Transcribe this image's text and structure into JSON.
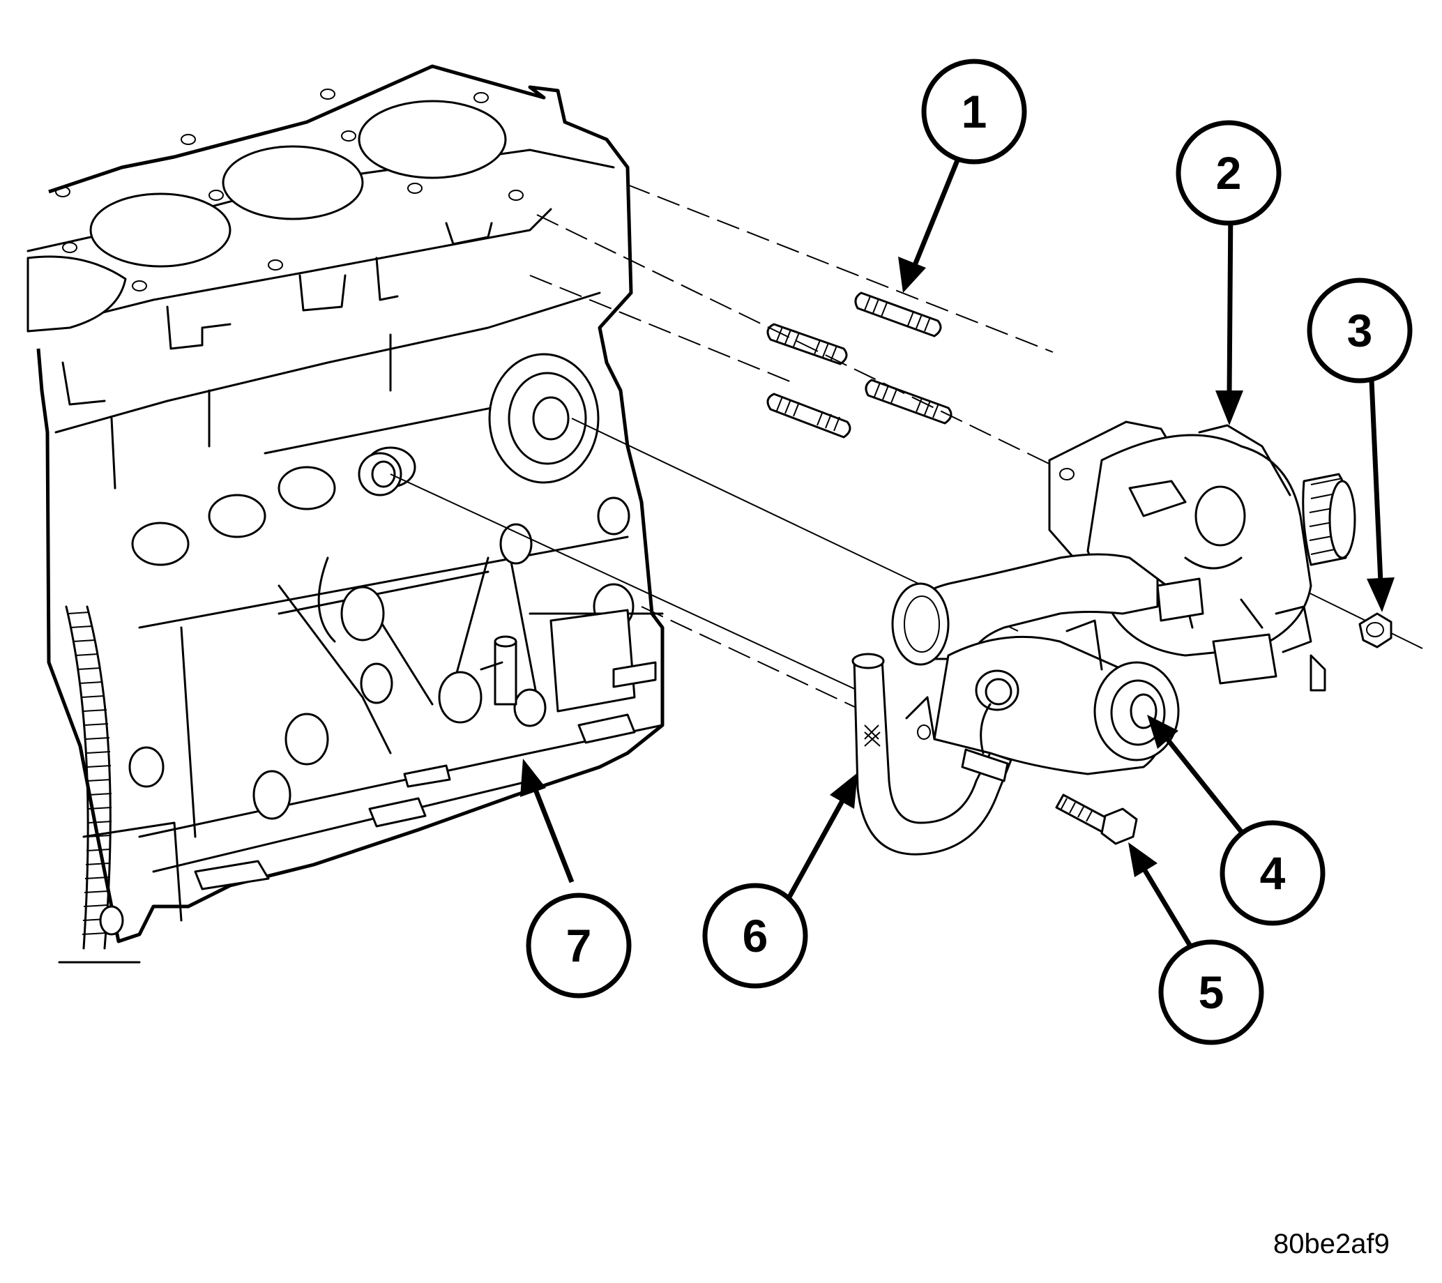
{
  "callouts": [
    {
      "id": "1",
      "label": "1"
    },
    {
      "id": "2",
      "label": "2"
    },
    {
      "id": "3",
      "label": "3"
    },
    {
      "id": "4",
      "label": "4"
    },
    {
      "id": "5",
      "label": "5"
    },
    {
      "id": "6",
      "label": "6"
    },
    {
      "id": "7",
      "label": "7"
    }
  ],
  "figure_id": "80be2af9"
}
